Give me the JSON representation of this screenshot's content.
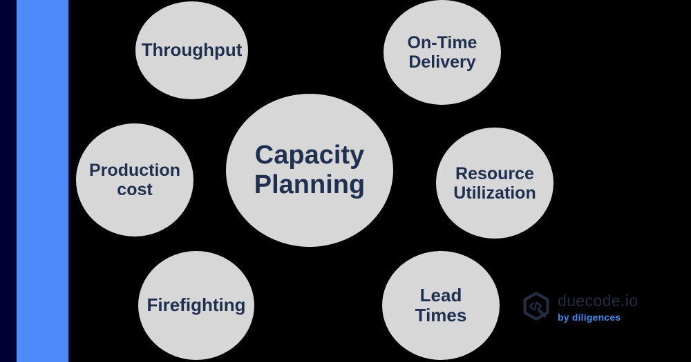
{
  "slide": {
    "background_color": "#000000",
    "accent_navy_color": "#000033",
    "accent_blue_color": "#4d8bf8",
    "bubble_fill_color": "#d7d7d7",
    "bubble_text_color": "#1e3050"
  },
  "diagram": {
    "type": "hub-and-spoke",
    "center": {
      "label": "Capacity\nPlanning"
    },
    "nodes": [
      {
        "id": "throughput",
        "label": "Throughput",
        "position": "top-left"
      },
      {
        "id": "on-time",
        "label": "On-Time\nDelivery",
        "position": "top-right"
      },
      {
        "id": "production",
        "label": "Production\ncost",
        "position": "middle-left"
      },
      {
        "id": "resource",
        "label": "Resource\nUtilization",
        "position": "middle-right"
      },
      {
        "id": "firefighting",
        "label": "Firefighting",
        "position": "bottom-left"
      },
      {
        "id": "lead-times",
        "label": "Lead\nTimes",
        "position": "bottom-right"
      }
    ]
  },
  "logo": {
    "name": "duecode.io",
    "tagline": "by diligences",
    "name_color": "#242c42",
    "tagline_color": "#3d8bf5"
  }
}
